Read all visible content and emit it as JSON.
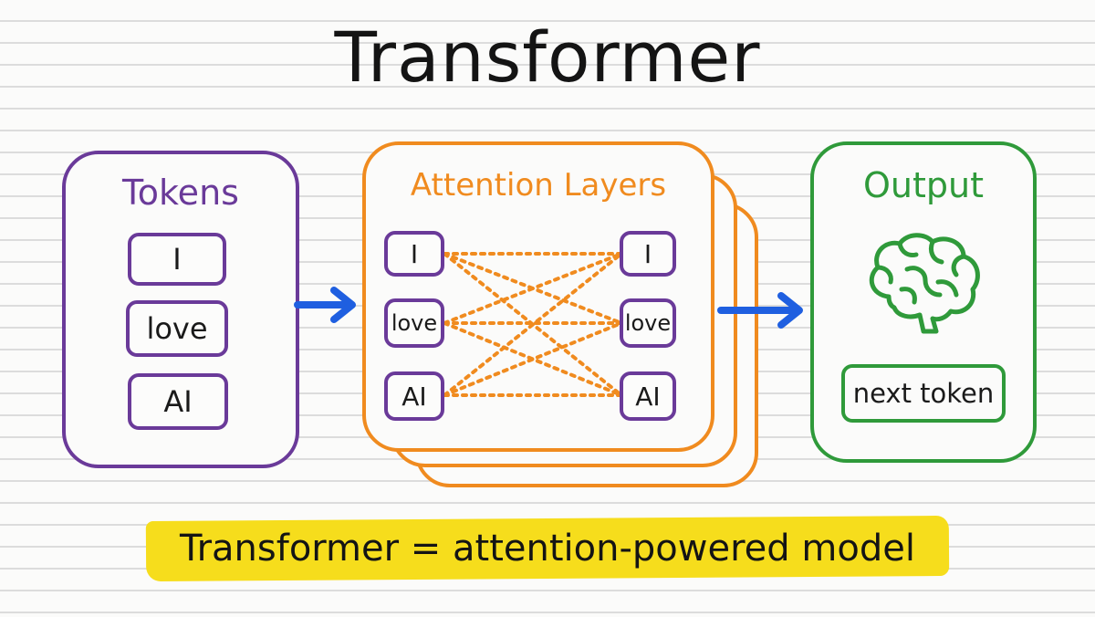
{
  "title": "Transformer",
  "tokens_panel": {
    "title": "Tokens",
    "items": [
      "I",
      "love",
      "AI"
    ]
  },
  "attention_panel": {
    "title": "Attention Layers",
    "left_tokens": [
      "I",
      "love",
      "AI"
    ],
    "right_tokens": [
      "I",
      "love",
      "AI"
    ]
  },
  "output_panel": {
    "title": "Output",
    "icon": "brain-icon",
    "result": "next token"
  },
  "caption": "Transformer = attention-powered model",
  "colors": {
    "tokens": "#6a3a99",
    "attention": "#f08b1f",
    "output": "#2f9a3a",
    "arrow": "#1f5fe0",
    "highlight": "#f6dd1c"
  }
}
